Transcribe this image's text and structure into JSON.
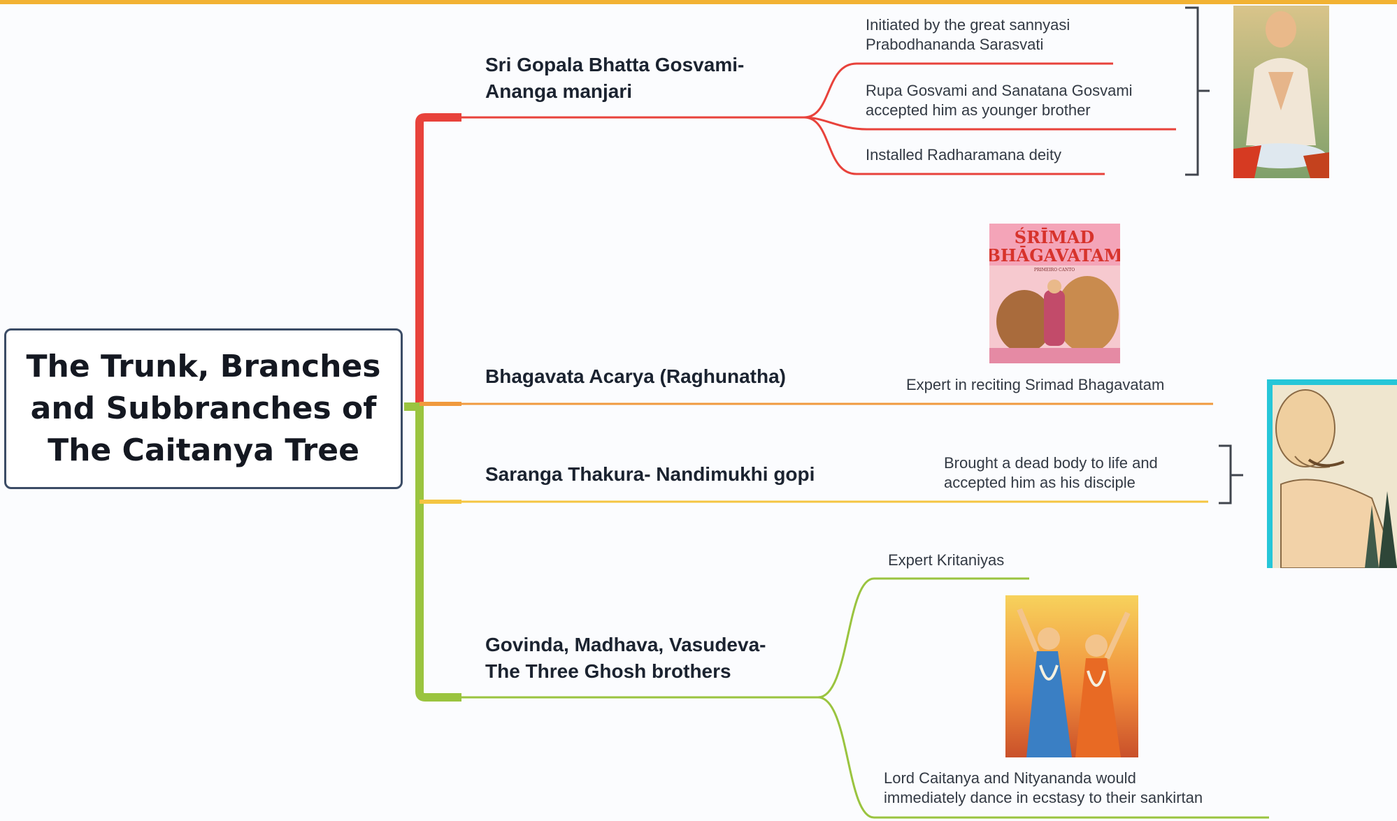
{
  "central_topic": "The Trunk, Branches and Subbranches of The Caitanya Tree",
  "colors": {
    "top_bar": "#f2b233",
    "branch_gopala": "#e8423b",
    "branch_bhagavata": "#f09a3e",
    "branch_saranga": "#f4c542",
    "branch_ghosh": "#9ac43f",
    "root_border": "#3b4c66"
  },
  "branches": [
    {
      "title": "Sri Gopala Bhatta Gosvami-\nAnanga manjari",
      "subtopics": [
        "Initiated by the great sannyasi\nPrabodhananda Sarasvati",
        "Rupa Gosvami and Sanatana Gosvami\naccepted him as younger brother",
        "Installed Radharamana deity"
      ],
      "image": "portrait-of-gopala-bhatta-praying"
    },
    {
      "title": "Bhagavata Acarya (Raghunatha)",
      "subtopics": [
        "Expert in reciting Srimad Bhagavatam"
      ],
      "image": "srimad-bhagavatam-book-cover",
      "image_text": [
        "ŚRĪMAD",
        "BHĀGAVATAM",
        "PRIMEIRO CANTO"
      ]
    },
    {
      "title": "Saranga Thakura- Nandimukhi gopi",
      "subtopics": [
        "Brought a dead body to life and\naccepted him as his disciple"
      ],
      "image": "sketch-of-saranga-thakura"
    },
    {
      "title": "Govinda, Madhava, Vasudeva-\nThe Three Ghosh brothers",
      "subtopics": [
        "Expert Kritaniyas",
        "Lord Caitanya and Nityananda would\nimmediately dance in ecstasy to their sankirtan"
      ],
      "image": "painting-of-caitanya-and-nityananda-dancing"
    }
  ]
}
